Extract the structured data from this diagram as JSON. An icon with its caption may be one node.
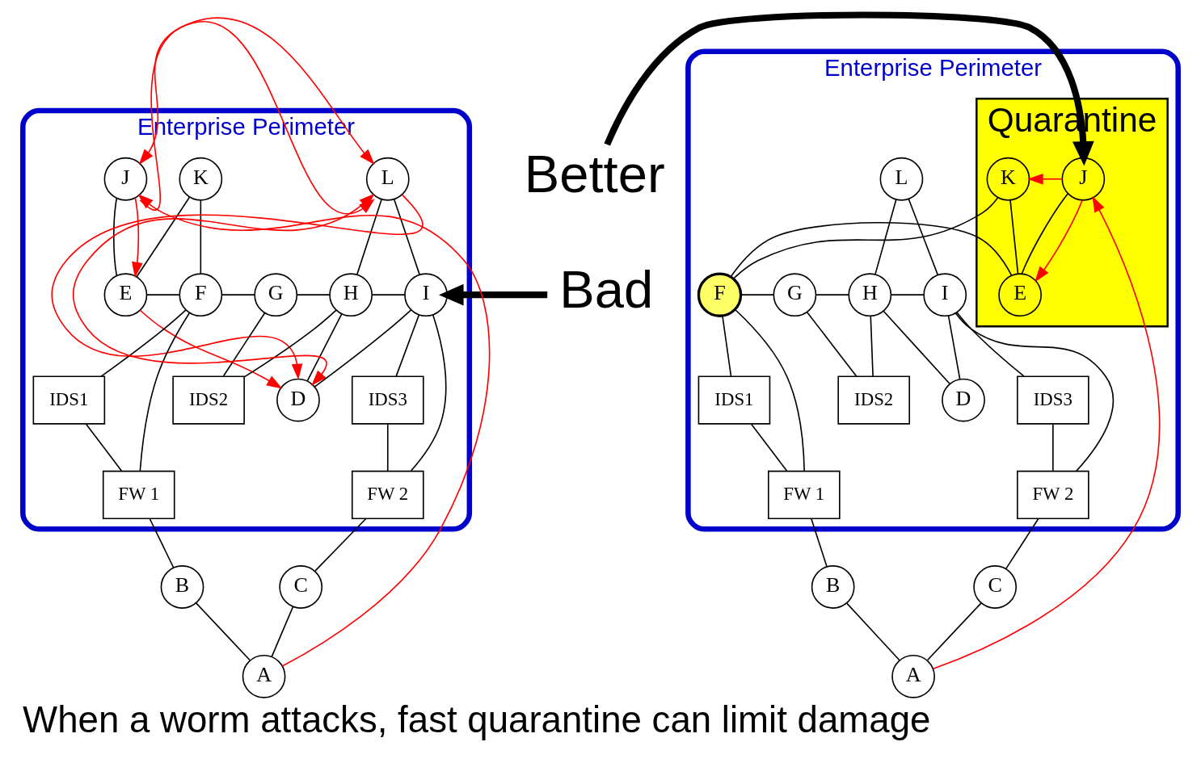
{
  "diagram": {
    "caption": "When a worm attacks, fast quarantine can limit damage",
    "nodes": [
      {
        "text": [
          "Enterprise Perimeter"
        ]
      },
      {
        "text": [
          "J"
        ],
        "in": 0
      },
      {
        "text": [
          "K"
        ],
        "in": 0
      },
      {
        "text": [
          "L"
        ],
        "in": 0
      },
      {
        "text": [
          "E"
        ],
        "in": 0
      },
      {
        "text": [
          "F"
        ],
        "in": 0
      },
      {
        "text": [
          "G"
        ],
        "in": 0
      },
      {
        "text": [
          "H"
        ],
        "in": 0
      },
      {
        "text": [
          "I"
        ],
        "in": 0
      },
      {
        "text": [
          "IDS1"
        ],
        "in": 0
      },
      {
        "text": [
          "IDS3"
        ],
        "in": 0
      },
      {
        "text": [
          "IDS2"
        ],
        "in": 0
      },
      {
        "text": [
          "D"
        ],
        "in": 0
      },
      {
        "text": [
          "FW 1"
        ],
        "in": 0
      },
      {
        "text": [
          "FW 2"
        ],
        "in": 0
      },
      {
        "text": [
          "B"
        ]
      },
      {
        "text": [
          "C"
        ]
      },
      {
        "text": [
          "A"
        ]
      },
      {
        "text": [
          "Bad"
        ]
      },
      {
        "text": [
          "Better"
        ]
      },
      {
        "text": [
          "Enterprise Perimeter"
        ]
      },
      {
        "text": [
          "Quarantine"
        ],
        "in": 20
      },
      {
        "text": [
          "J"
        ],
        "in": 21
      },
      {
        "text": [
          "K"
        ],
        "in": 21
      },
      {
        "text": [
          "E"
        ],
        "in": 21
      },
      {
        "text": [
          "F"
        ],
        "in": 20
      },
      {
        "text": [
          "L"
        ],
        "in": 20
      },
      {
        "text": [
          "G"
        ],
        "in": 20
      },
      {
        "text": [
          "H"
        ],
        "in": 20
      },
      {
        "text": [
          "I"
        ],
        "in": 20
      },
      {
        "text": [
          "IDS1"
        ],
        "in": 20
      },
      {
        "text": [
          "IDS3"
        ],
        "in": 20
      },
      {
        "text": [
          "D"
        ],
        "in": 20
      },
      {
        "text": [
          "IDS2"
        ],
        "in": 20
      },
      {
        "text": [
          "FW 1"
        ],
        "in": 20
      },
      {
        "text": [
          "FW 2"
        ],
        "in": 20
      },
      {
        "text": [
          "B"
        ]
      },
      {
        "text": [
          "C"
        ]
      },
      {
        "text": [
          "A"
        ]
      }
    ],
    "edges": [
      {
        "from": 1,
        "to": 4,
        "arrow": "none"
      },
      {
        "from": 2,
        "to": 4,
        "arrow": "none"
      },
      {
        "from": 2,
        "to": 5,
        "arrow": "none"
      },
      {
        "from": 4,
        "to": 5,
        "arrow": "none"
      },
      {
        "from": 5,
        "to": 6,
        "arrow": "none"
      },
      {
        "from": 6,
        "to": 7,
        "arrow": "none"
      },
      {
        "from": 7,
        "to": 8,
        "arrow": "none"
      },
      {
        "from": 6,
        "to": 11,
        "arrow": "none"
      },
      {
        "from": 7,
        "to": 11,
        "arrow": "none"
      },
      {
        "from": 7,
        "to": 12,
        "arrow": "none"
      },
      {
        "from": 8,
        "to": 12,
        "arrow": "none"
      },
      {
        "from": 3,
        "to": 7,
        "arrow": "none"
      },
      {
        "from": 3,
        "to": 8,
        "arrow": "none"
      },
      {
        "from": 5,
        "to": 13,
        "arrow": "none"
      },
      {
        "from": 5,
        "to": 9,
        "arrow": "none"
      },
      {
        "from": 9,
        "to": 13,
        "arrow": "none"
      },
      {
        "from": 8,
        "to": 14,
        "arrow": "none"
      },
      {
        "from": 8,
        "to": 10,
        "arrow": "none"
      },
      {
        "from": 10,
        "to": 14,
        "arrow": "none"
      },
      {
        "from": 13,
        "to": 15,
        "arrow": "none"
      },
      {
        "from": 14,
        "to": 16,
        "arrow": "none"
      },
      {
        "from": 15,
        "to": 17,
        "arrow": "none"
      },
      {
        "from": 17,
        "to": 16,
        "arrow": "none"
      },
      {
        "from": 1,
        "to": 3,
        "arrow": "both",
        "color": "#ff0000"
      },
      {
        "from": 1,
        "to": 3,
        "arrow": "to",
        "color": "#ff0000"
      },
      {
        "from": 1,
        "to": 4,
        "arrow": "to",
        "color": "#ff0000"
      },
      {
        "from": 4,
        "to": 12,
        "arrow": "to",
        "color": "#ff0000"
      },
      {
        "from": 12,
        "to": 3,
        "arrow": "both",
        "color": "#ff0000"
      },
      {
        "from": 3,
        "to": 12,
        "arrow": "to",
        "color": "#ff0000"
      },
      {
        "from": 17,
        "to": 1,
        "arrow": "to",
        "color": "#ff0000"
      },
      {
        "from": 18,
        "to": 0,
        "arrow": "to",
        "style": "thick"
      },
      {
        "from": 19,
        "to": 21,
        "arrow": "to",
        "style": "thick"
      },
      {
        "from": 22,
        "to": 24,
        "arrow": "none"
      },
      {
        "from": 23,
        "to": 24,
        "arrow": "none"
      },
      {
        "from": 23,
        "to": 25,
        "arrow": "none"
      },
      {
        "from": 24,
        "to": 25,
        "arrow": "none"
      },
      {
        "from": 25,
        "to": 27,
        "arrow": "none"
      },
      {
        "from": 27,
        "to": 28,
        "arrow": "none"
      },
      {
        "from": 28,
        "to": 29,
        "arrow": "none"
      },
      {
        "from": 27,
        "to": 33,
        "arrow": "none"
      },
      {
        "from": 28,
        "to": 33,
        "arrow": "none"
      },
      {
        "from": 28,
        "to": 32,
        "arrow": "none"
      },
      {
        "from": 29,
        "to": 32,
        "arrow": "none"
      },
      {
        "from": 26,
        "to": 28,
        "arrow": "none"
      },
      {
        "from": 26,
        "to": 29,
        "arrow": "none"
      },
      {
        "from": 25,
        "to": 34,
        "arrow": "none"
      },
      {
        "from": 25,
        "to": 30,
        "arrow": "none"
      },
      {
        "from": 30,
        "to": 34,
        "arrow": "none"
      },
      {
        "from": 29,
        "to": 35,
        "arrow": "none"
      },
      {
        "from": 29,
        "to": 31,
        "arrow": "none"
      },
      {
        "from": 31,
        "to": 35,
        "arrow": "none"
      },
      {
        "from": 34,
        "to": 36,
        "arrow": "none"
      },
      {
        "from": 35,
        "to": 37,
        "arrow": "none"
      },
      {
        "from": 36,
        "to": 38,
        "arrow": "none"
      },
      {
        "from": 38,
        "to": 37,
        "arrow": "none"
      },
      {
        "from": 22,
        "to": 23,
        "arrow": "to",
        "color": "#ff0000"
      },
      {
        "from": 22,
        "to": 24,
        "arrow": "to",
        "color": "#ff0000"
      },
      {
        "from": 38,
        "to": 22,
        "arrow": "to",
        "color": "#ff0000"
      }
    ]
  }
}
